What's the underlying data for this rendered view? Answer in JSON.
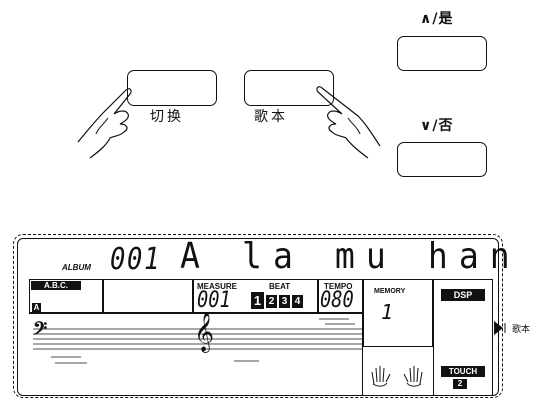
{
  "panel_buttons": {
    "switch_label": "切换",
    "song_label": "歌本",
    "up_label": "∧/是",
    "down_label": "∨/否"
  },
  "lcd": {
    "album_label": "ALBUM",
    "album_number": "001",
    "song_name": "A la mu han",
    "abc_label": "A.B.C.",
    "abc_flag": "A",
    "measure_label": "MEASURE",
    "measure_value": "001",
    "beat_label": "BEAT",
    "beats": [
      "1",
      "2",
      "3",
      "4"
    ],
    "active_beat": 1,
    "tempo_label": "TEMPO",
    "tempo_value": "080",
    "memory_label": "MEMORY",
    "memory_value": "1",
    "dsp_label": "DSP",
    "touch_label": "TOUCH",
    "touch_value": "2",
    "side_label": "歌本"
  },
  "icons": [
    "left-hand-pointer-icon",
    "right-hand-pointer-icon",
    "bass-clef-icon",
    "treble-clef-icon",
    "left-hand-icon",
    "right-hand-icon",
    "arrow-marker-icon"
  ]
}
